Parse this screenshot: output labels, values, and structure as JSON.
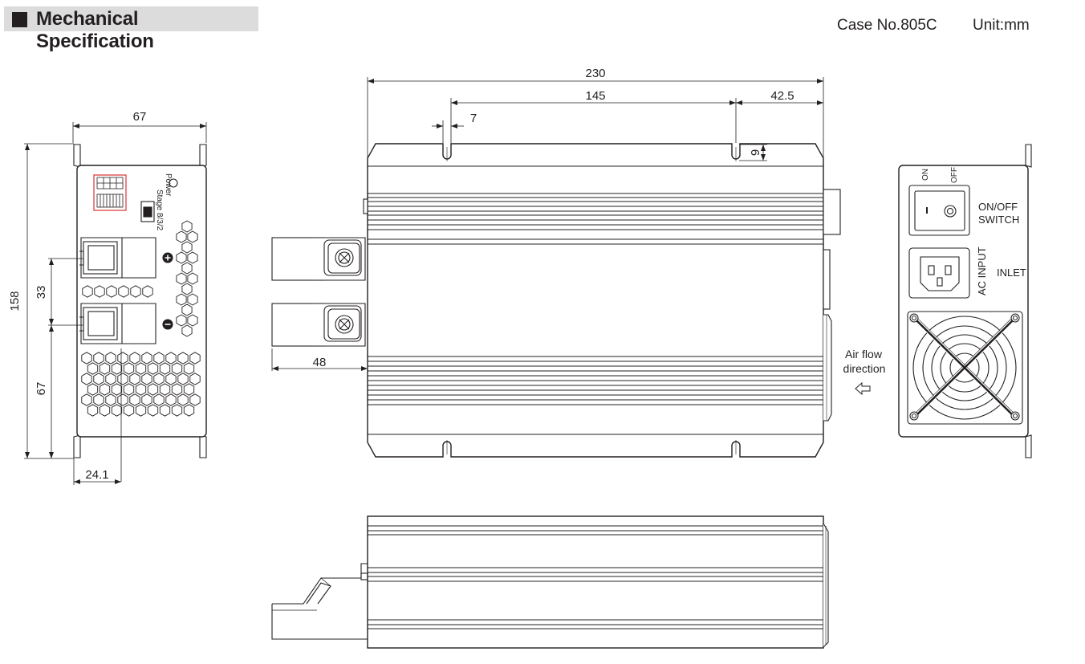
{
  "header": {
    "title": "Mechanical Specification",
    "case_no": "Case No.805C",
    "unit": "Unit:mm"
  },
  "dimensions": {
    "overall_length": "230",
    "hole_pitch": "145",
    "end_offset": "42.5",
    "slot_width": "7",
    "slot_depth": "9",
    "cable_length": "48",
    "front_width": "67",
    "front_height": "158",
    "terminal_pitch": "33",
    "terminal_height": "67",
    "terminal_offset": "24.1"
  },
  "labels": {
    "power": "Power",
    "stage": "Stage 8/3/2",
    "on": "ON",
    "off": "OFF",
    "switch_line1": "ON/OFF",
    "switch_line2": "SWITCH",
    "ac_input": "AC INPUT",
    "inlet": "INLET",
    "airflow_line1": "Air flow",
    "airflow_line2": "direction",
    "plus": "+",
    "minus": "−"
  }
}
